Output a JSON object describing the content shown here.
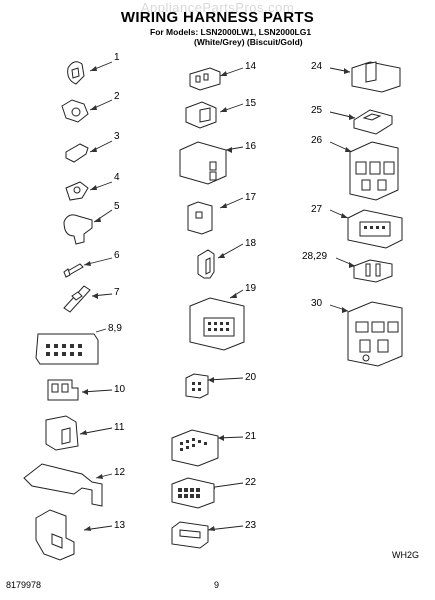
{
  "header": {
    "watermark": "AppliancePartsPros.com",
    "title": "WIRING HARNESS PARTS",
    "models_line": "For Models: LSN2000LW1, LSN2000LG1",
    "variants_line": "(White/Grey) (Biscuit/Gold)"
  },
  "callouts": [
    "1",
    "2",
    "3",
    "4",
    "5",
    "6",
    "7",
    "8,9",
    "10",
    "11",
    "12",
    "13",
    "14",
    "15",
    "16",
    "17",
    "18",
    "19",
    "20",
    "21",
    "22",
    "23",
    "24",
    "25",
    "26",
    "27",
    "28,29",
    "30"
  ],
  "footer": {
    "figure_code": "WH2G",
    "doc_number": "8179978",
    "page_number": "9"
  }
}
